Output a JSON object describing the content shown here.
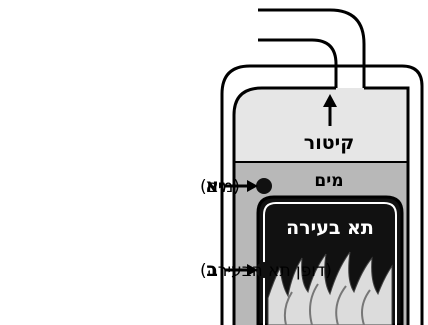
{
  "diagram": {
    "chamber_labels": {
      "steam": "קיטור",
      "water": "מים",
      "firebox": "תא בעירה"
    },
    "callouts": [
      {
        "letter": "א",
        "text": "(מים)"
      },
      {
        "letter": "ב",
        "text": "(דופן תא הבעירה)"
      }
    ]
  },
  "colors": {
    "steam_fill": "#e6e6e6",
    "water_fill": "#b8b8b8",
    "firebox_fill": "#111111",
    "flame_fill": "#dcdcdc",
    "outline": "#000000"
  }
}
